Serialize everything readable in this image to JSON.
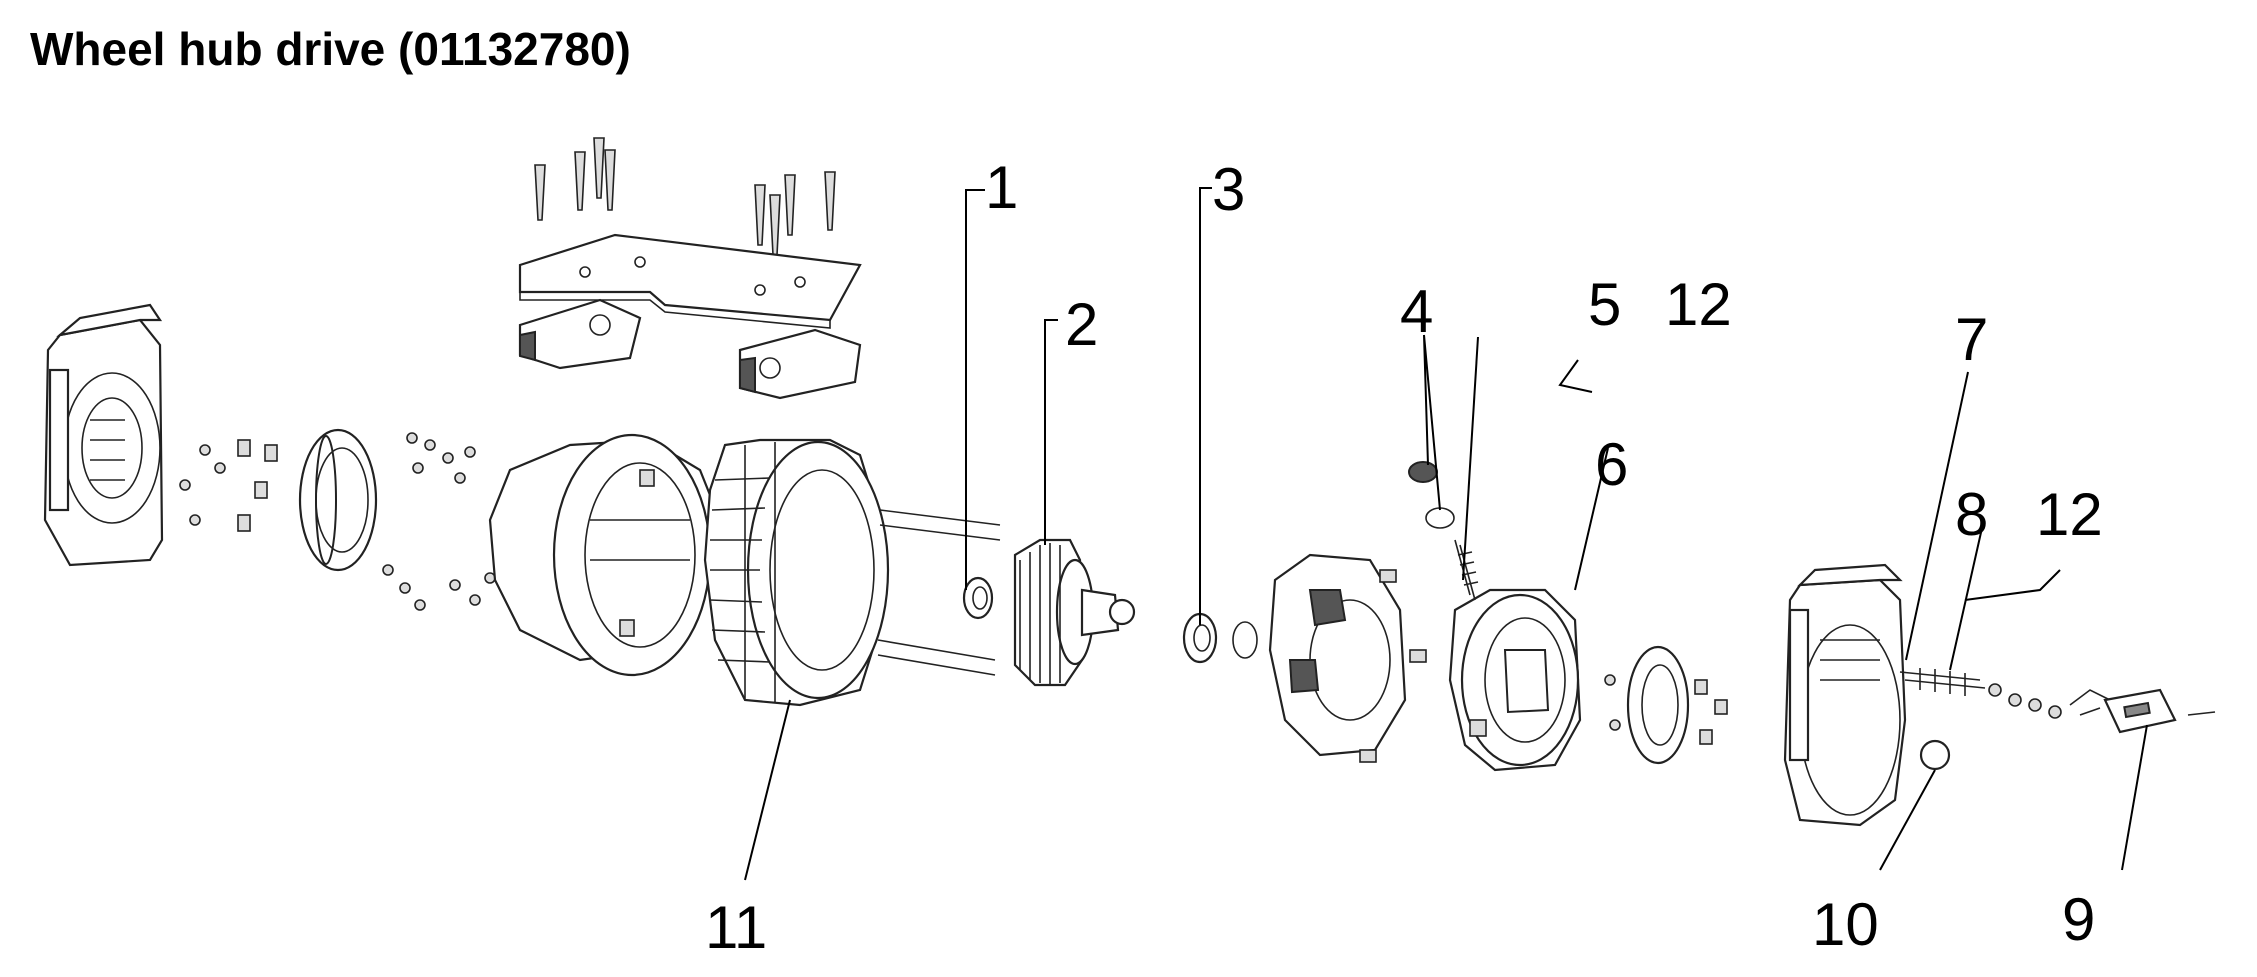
{
  "title": "Wheel hub drive (01132780)",
  "callouts": {
    "c1": "1",
    "c2": "2",
    "c3": "3",
    "c4": "4",
    "c5": "5",
    "c12a": "12",
    "c6": "6",
    "c7": "7",
    "c8": "8",
    "c12b": "12",
    "c9": "9",
    "c10": "10",
    "c11": "11"
  }
}
